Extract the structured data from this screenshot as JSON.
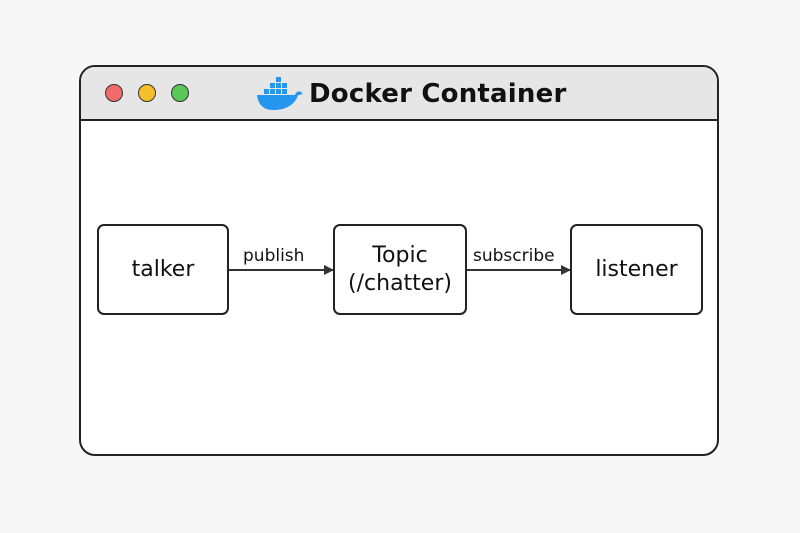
{
  "window": {
    "title": "Docker Container",
    "controls": [
      "close",
      "minimize",
      "maximize"
    ],
    "control_colors": {
      "close": "#f26b6b",
      "minimize": "#f5bf2c",
      "maximize": "#5cc85a"
    },
    "logo_icon": "docker-whale-icon",
    "logo_color": "#2496ed"
  },
  "diagram": {
    "nodes": {
      "talker": {
        "label": "talker"
      },
      "topic": {
        "line1": "Topic",
        "line2": "(/chatter)"
      },
      "listener": {
        "label": "listener"
      }
    },
    "edges": {
      "publish": {
        "from": "talker",
        "to": "topic",
        "label": "publish"
      },
      "subscribe": {
        "from": "topic",
        "to": "listener",
        "label": "subscribe"
      }
    }
  }
}
